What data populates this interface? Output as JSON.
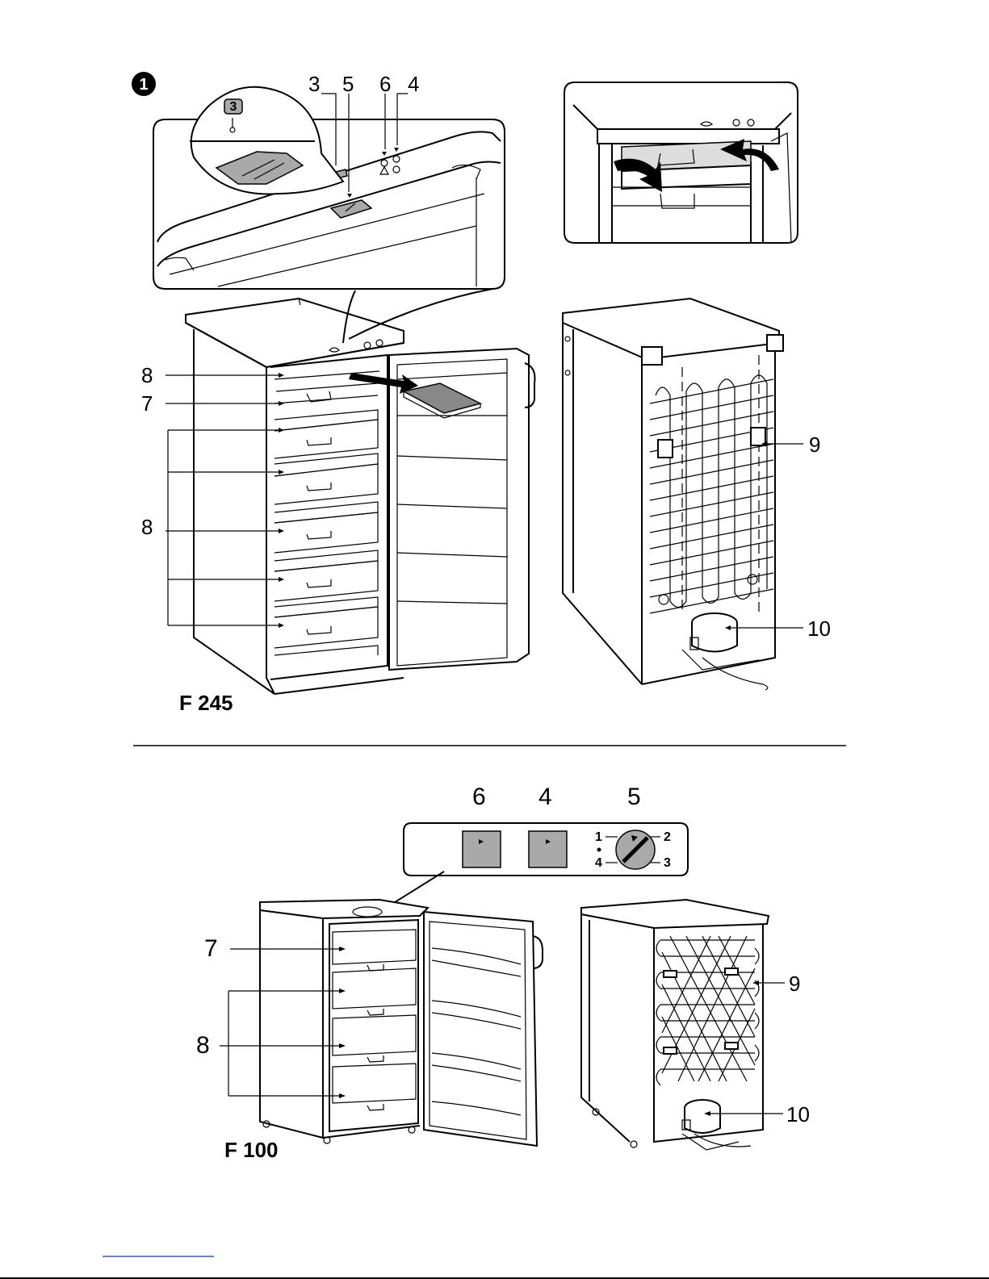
{
  "figure_number": "1",
  "upper": {
    "model": "F 245",
    "callouts_top": [
      "3",
      "5",
      "6",
      "4"
    ],
    "badge_text": "3",
    "callouts_left": [
      "8",
      "7",
      "8"
    ],
    "callouts_right": [
      "9",
      "10"
    ]
  },
  "lower": {
    "model": "F 100",
    "panel_callouts": [
      "6",
      "4",
      "5"
    ],
    "dial_positions": [
      "1",
      "2",
      "4",
      "3"
    ],
    "callouts_left": [
      "7",
      "8"
    ],
    "callouts_right": [
      "9",
      "10"
    ]
  }
}
